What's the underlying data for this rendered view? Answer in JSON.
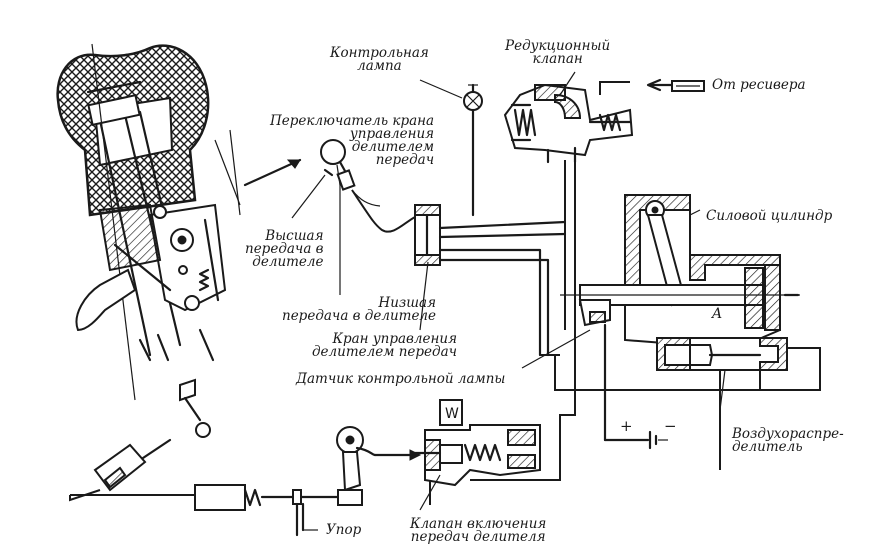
{
  "labels": {
    "control_lamp": "Контрольная\nлампа",
    "reducing_valve": "Редукционный\nклапан",
    "from_receiver": "От ресивера",
    "selector_switch": "Переключатель крана\nуправления\nделителем\nпередач",
    "power_cylinder": "Силовой цилиндр",
    "high_gear": "Высшая\nпередача в\nделителе",
    "low_gear": "Низшая\nпередача в делителе",
    "control_valve": "Кран управления\nделителем передач",
    "lamp_sensor": "Датчик контрольной лампы",
    "chamber_a": "A",
    "air_distributor": "Воздухораспре-\nделитель",
    "plus": "+",
    "minus": "−",
    "stop": "Упор",
    "engage_valve": "Клапан включения\nпередач делителя"
  }
}
